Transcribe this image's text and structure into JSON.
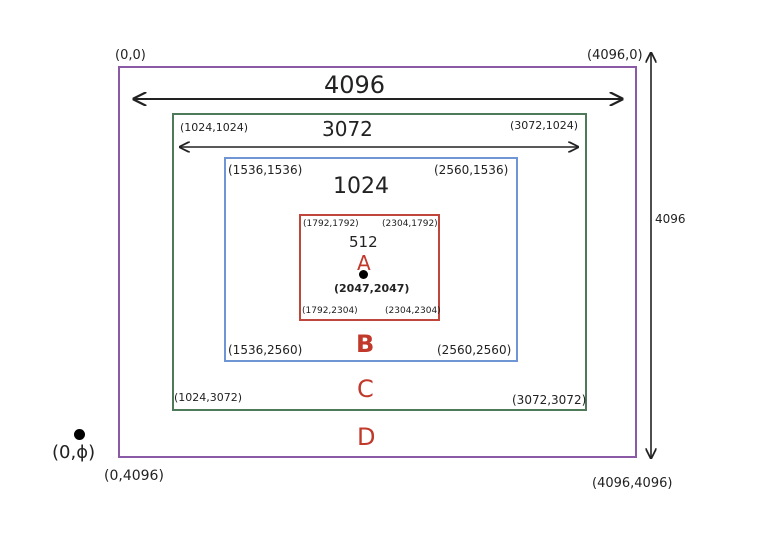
{
  "colors": {
    "outer_border": "#8a5aa6",
    "c_border": "#4e7a5a",
    "b_border": "#6f95d4",
    "a_border": "#c0463c",
    "region_letters": "#c0392b",
    "ink": "#222222"
  },
  "regions": {
    "outer": {
      "letter": "D",
      "width_label": "4096",
      "height_label": "4096",
      "corners": {
        "top_left": "(0,0)",
        "top_right": "(4096,0)",
        "bottom_left": "(0,4096)",
        "bottom_right": "(4096,4096)"
      }
    },
    "c": {
      "letter": "C",
      "width_label": "3072",
      "corners": {
        "top_left": "(1024,1024)",
        "top_right": "(3072,1024)",
        "bottom_left": "(1024,3072)",
        "bottom_right": "(3072,3072)"
      }
    },
    "b": {
      "letter": "B",
      "width_label": "1024",
      "corners": {
        "top_left": "(1536,1536)",
        "top_right": "(2560,1536)",
        "bottom_left": "(1536,2560)",
        "bottom_right": "(2560,2560)"
      }
    },
    "a": {
      "letter": "A",
      "width_label": "512",
      "center_label": "(2047,2047)",
      "corners": {
        "top_left": "(1792,1792)",
        "top_right": "(2304,1792)",
        "bottom_left": "(1792,2304)",
        "bottom_right": "(2304,2304)"
      }
    }
  },
  "origin_point_label": "(0,ϕ)"
}
